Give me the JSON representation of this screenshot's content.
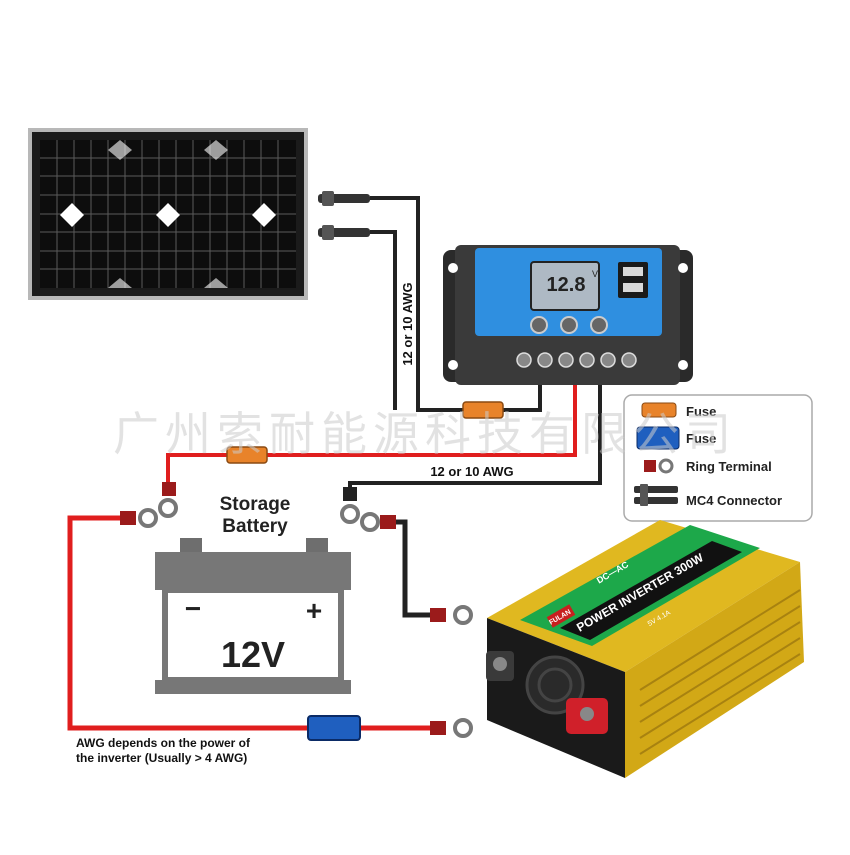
{
  "labels": {
    "wire_gauge_vertical": "12 or 10 AWG",
    "wire_gauge_horizontal": "12 or 10 AWG",
    "battery_title_line1": "Storage",
    "battery_title_line2": "Battery",
    "battery_minus": "−",
    "battery_plus": "+",
    "battery_voltage": "12V",
    "awg_note_line1": "AWG depends on the power of",
    "awg_note_line2": "the inverter (Usually > 4 AWG)",
    "watermark": "广州索耐能源科技有限公司"
  },
  "controller": {
    "display_value": "12.8",
    "display_unit": "V"
  },
  "inverter": {
    "brand": "FULAN",
    "mode": "DC—AC",
    "title": "POWER INVERTER 300W",
    "usb_rating": "5V 4.1A"
  },
  "legend": {
    "items": [
      {
        "name": "fuse-orange",
        "label": "Fuse",
        "color": "#e8832a"
      },
      {
        "name": "fuse-blue",
        "label": "Fuse",
        "color": "#1f5fbf"
      },
      {
        "name": "ring-terminal",
        "label": "Ring Terminal"
      },
      {
        "name": "mc4-connector",
        "label": "MC4 Connector"
      }
    ]
  },
  "colors": {
    "wire_red": "#e01e1e",
    "wire_black": "#1a1a1a",
    "controller_blue": "#2f8fe0",
    "inverter_yellow": "#e0b820",
    "inverter_green": "#1da84a",
    "battery_grey": "#777777"
  }
}
